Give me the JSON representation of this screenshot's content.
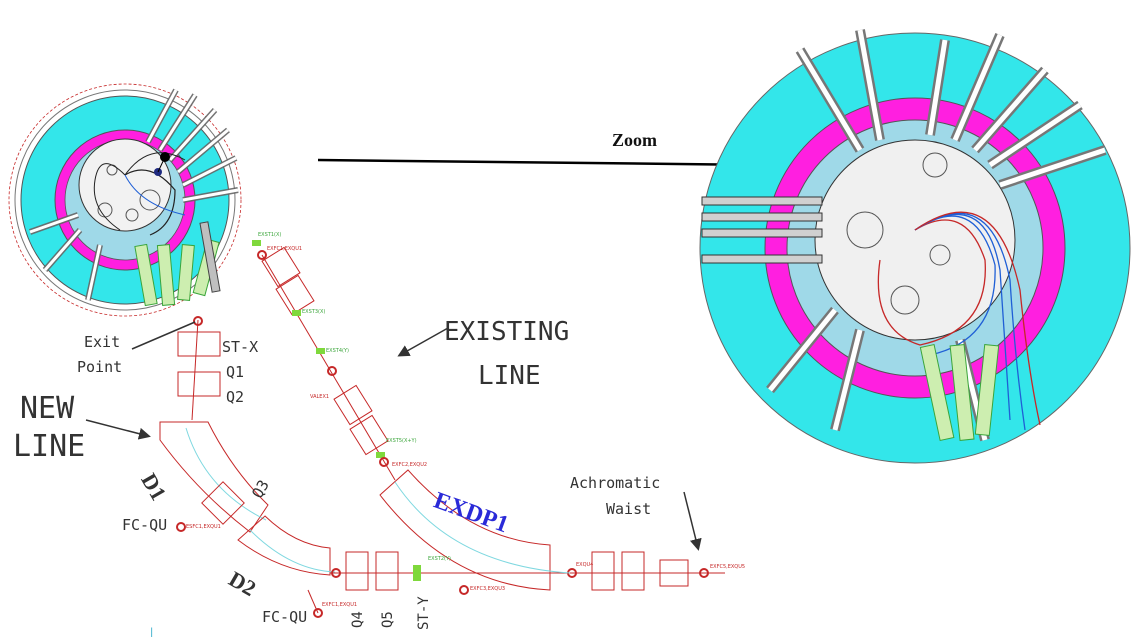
{
  "labels": {
    "zoom": "Zoom",
    "exit_point_line1": "Exit",
    "exit_point_line2": "Point",
    "st_x": "ST-X",
    "q1": "Q1",
    "q2": "Q2",
    "new_line_1": "NEW",
    "new_line_2": "LINE",
    "d1": "D1",
    "q3": "Q3",
    "fc_qu_1": "FC-QU",
    "d2": "D2",
    "fc_qu_2": "FC-QU",
    "q4": "Q4",
    "q5": "Q5",
    "st_y": "ST-Y",
    "existing_line_1": "EXISTING",
    "existing_line_2": "LINE",
    "exdp1": "EXDP1",
    "achromatic_1": "Achromatic",
    "achromatic_2": "Waist"
  },
  "small_tags": {
    "esfc1_exqu1": "ESFC1,EXQU1",
    "exfc1_exqu1": "EXFC1,EXQU1",
    "exfc2_exqu2": "EXFC2,EXQU2",
    "exfc3_exqu3": "EXFC3,EXQU3",
    "exfc5_exqu5": "EXFC5,EXQU5",
    "exqu4": "EXQU4",
    "valex1": "VALEX1",
    "exst1": "EXST1(X)",
    "exst3": "EXST3(X)",
    "exst4": "EXST4(Y)",
    "exst5": "EXST5(X+Y)",
    "exst2": "EXST2(Y)"
  },
  "colors": {
    "cyan_yoke": "#33e6ea",
    "magenta_pole": "#ff1fe0",
    "beam_red": "#c62828",
    "beam_blue": "#1f5fd6",
    "exdp_blue": "#2a2ad8",
    "green_component": "#7fd83c"
  }
}
